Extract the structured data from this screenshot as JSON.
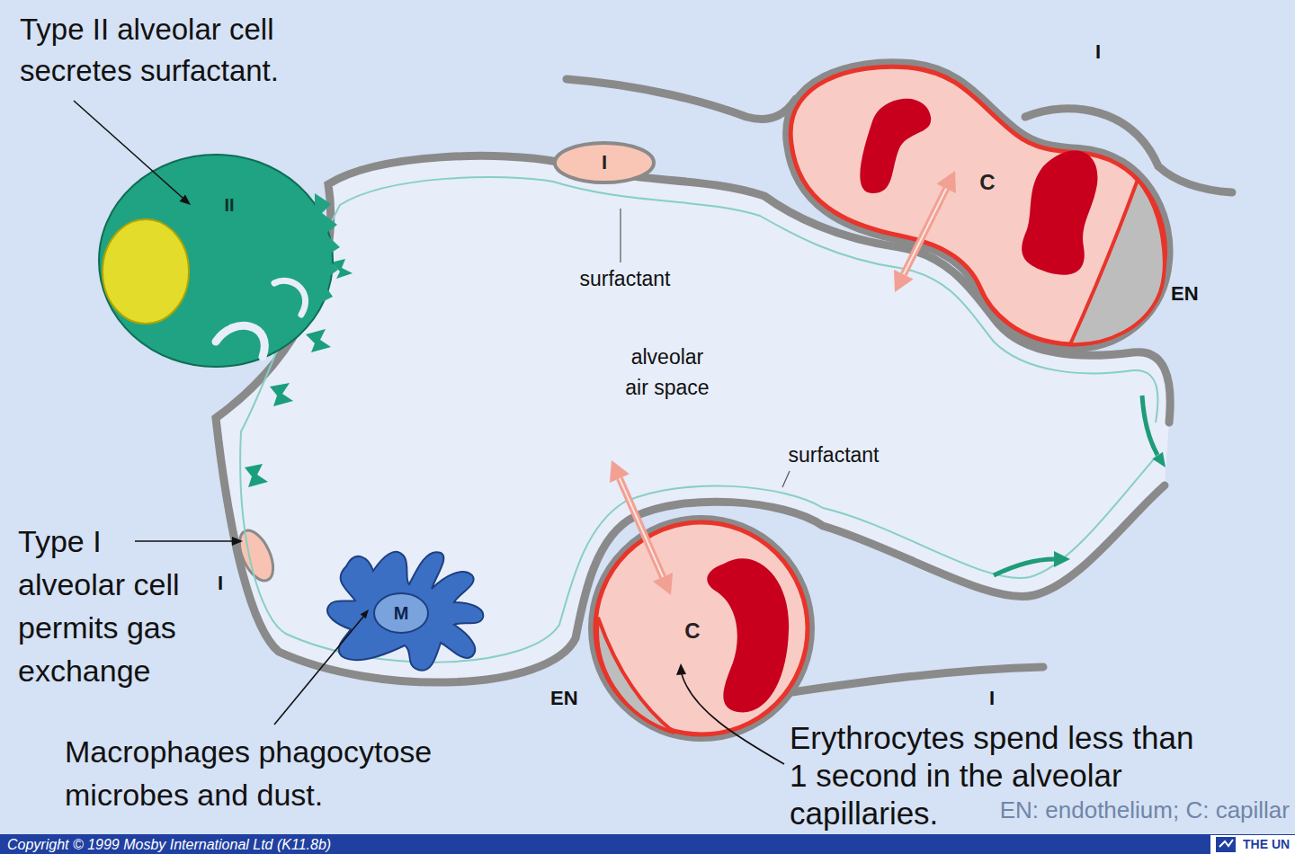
{
  "diagram": {
    "nodes": [
      {
        "text": [
          "II"
        ]
      },
      {
        "text": [
          "I"
        ]
      },
      {
        "text": [
          "C"
        ]
      },
      {
        "text": [
          "M"
        ]
      },
      {
        "text": [
          "C"
        ]
      }
    ],
    "labels": [
      "Type II alveolar cell secretes surfactant.",
      "I",
      "surfactant",
      "EN",
      "alveolar air space",
      "surfactant",
      "Type I alveolar cell permits gas exchange",
      "I",
      "EN",
      "I",
      "Macrophages phagocytose microbes and dust.",
      "Erythrocytes spend less than 1 second in the alveolar capillaries.",
      "EN: endothelium; C: capillar",
      "Copyright © 1999 Mosby International Ltd (K11.8b)",
      "THE UN"
    ]
  }
}
